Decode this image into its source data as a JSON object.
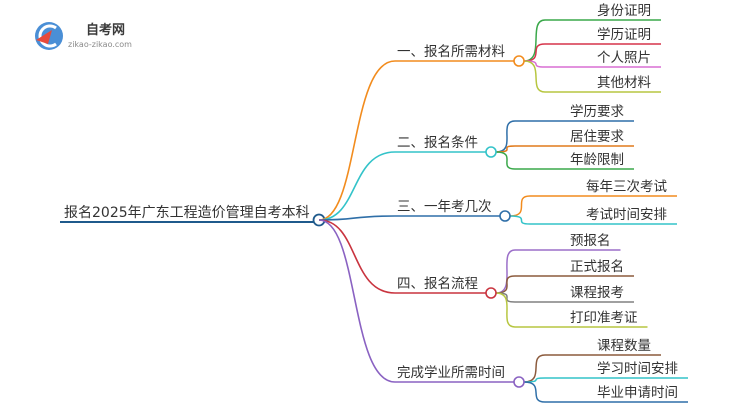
{
  "logo": {
    "title": "自考网",
    "subtitle": "zikao-zikao.com"
  },
  "root": {
    "label": "报名2025年广东工程造价管理自考本科",
    "color": "#1f5a8c"
  },
  "branches": [
    {
      "label": "一、报名所需材料",
      "color": "#f28c1e",
      "children": [
        {
          "label": "身份证明",
          "color": "#3aa84a"
        },
        {
          "label": "学历证明",
          "color": "#d6344a"
        },
        {
          "label": "个人照片",
          "color": "#d86fd3"
        },
        {
          "label": "其他材料",
          "color": "#b7c640"
        }
      ]
    },
    {
      "label": "二、报名条件",
      "color": "#33c3c9",
      "children": [
        {
          "label": "学历要求",
          "color": "#2f6fa8"
        },
        {
          "label": "居住要求",
          "color": "#e07a1b"
        },
        {
          "label": "年龄限制",
          "color": "#3aa84a"
        }
      ]
    },
    {
      "label": "三、一年考几次",
      "color": "#2f6fa8",
      "children": [
        {
          "label": "每年三次考试",
          "color": "#f28c1e"
        },
        {
          "label": "考试时间安排",
          "color": "#33c3c9"
        }
      ]
    },
    {
      "label": "四、报名流程",
      "color": "#c9343f",
      "children": [
        {
          "label": "预报名",
          "color": "#9b6fc9"
        },
        {
          "label": "正式报名",
          "color": "#8b5a3c"
        },
        {
          "label": "课程报考",
          "color": "#808080"
        },
        {
          "label": "打印准考证",
          "color": "#b7c640"
        }
      ]
    },
    {
      "label": "完成学业所需时间",
      "color": "#8a62c2",
      "children": [
        {
          "label": "课程数量",
          "color": "#8b5a3c"
        },
        {
          "label": "学习时间安排",
          "color": "#33c3c9"
        },
        {
          "label": "毕业申请时间",
          "color": "#2f6fa8"
        }
      ]
    }
  ]
}
